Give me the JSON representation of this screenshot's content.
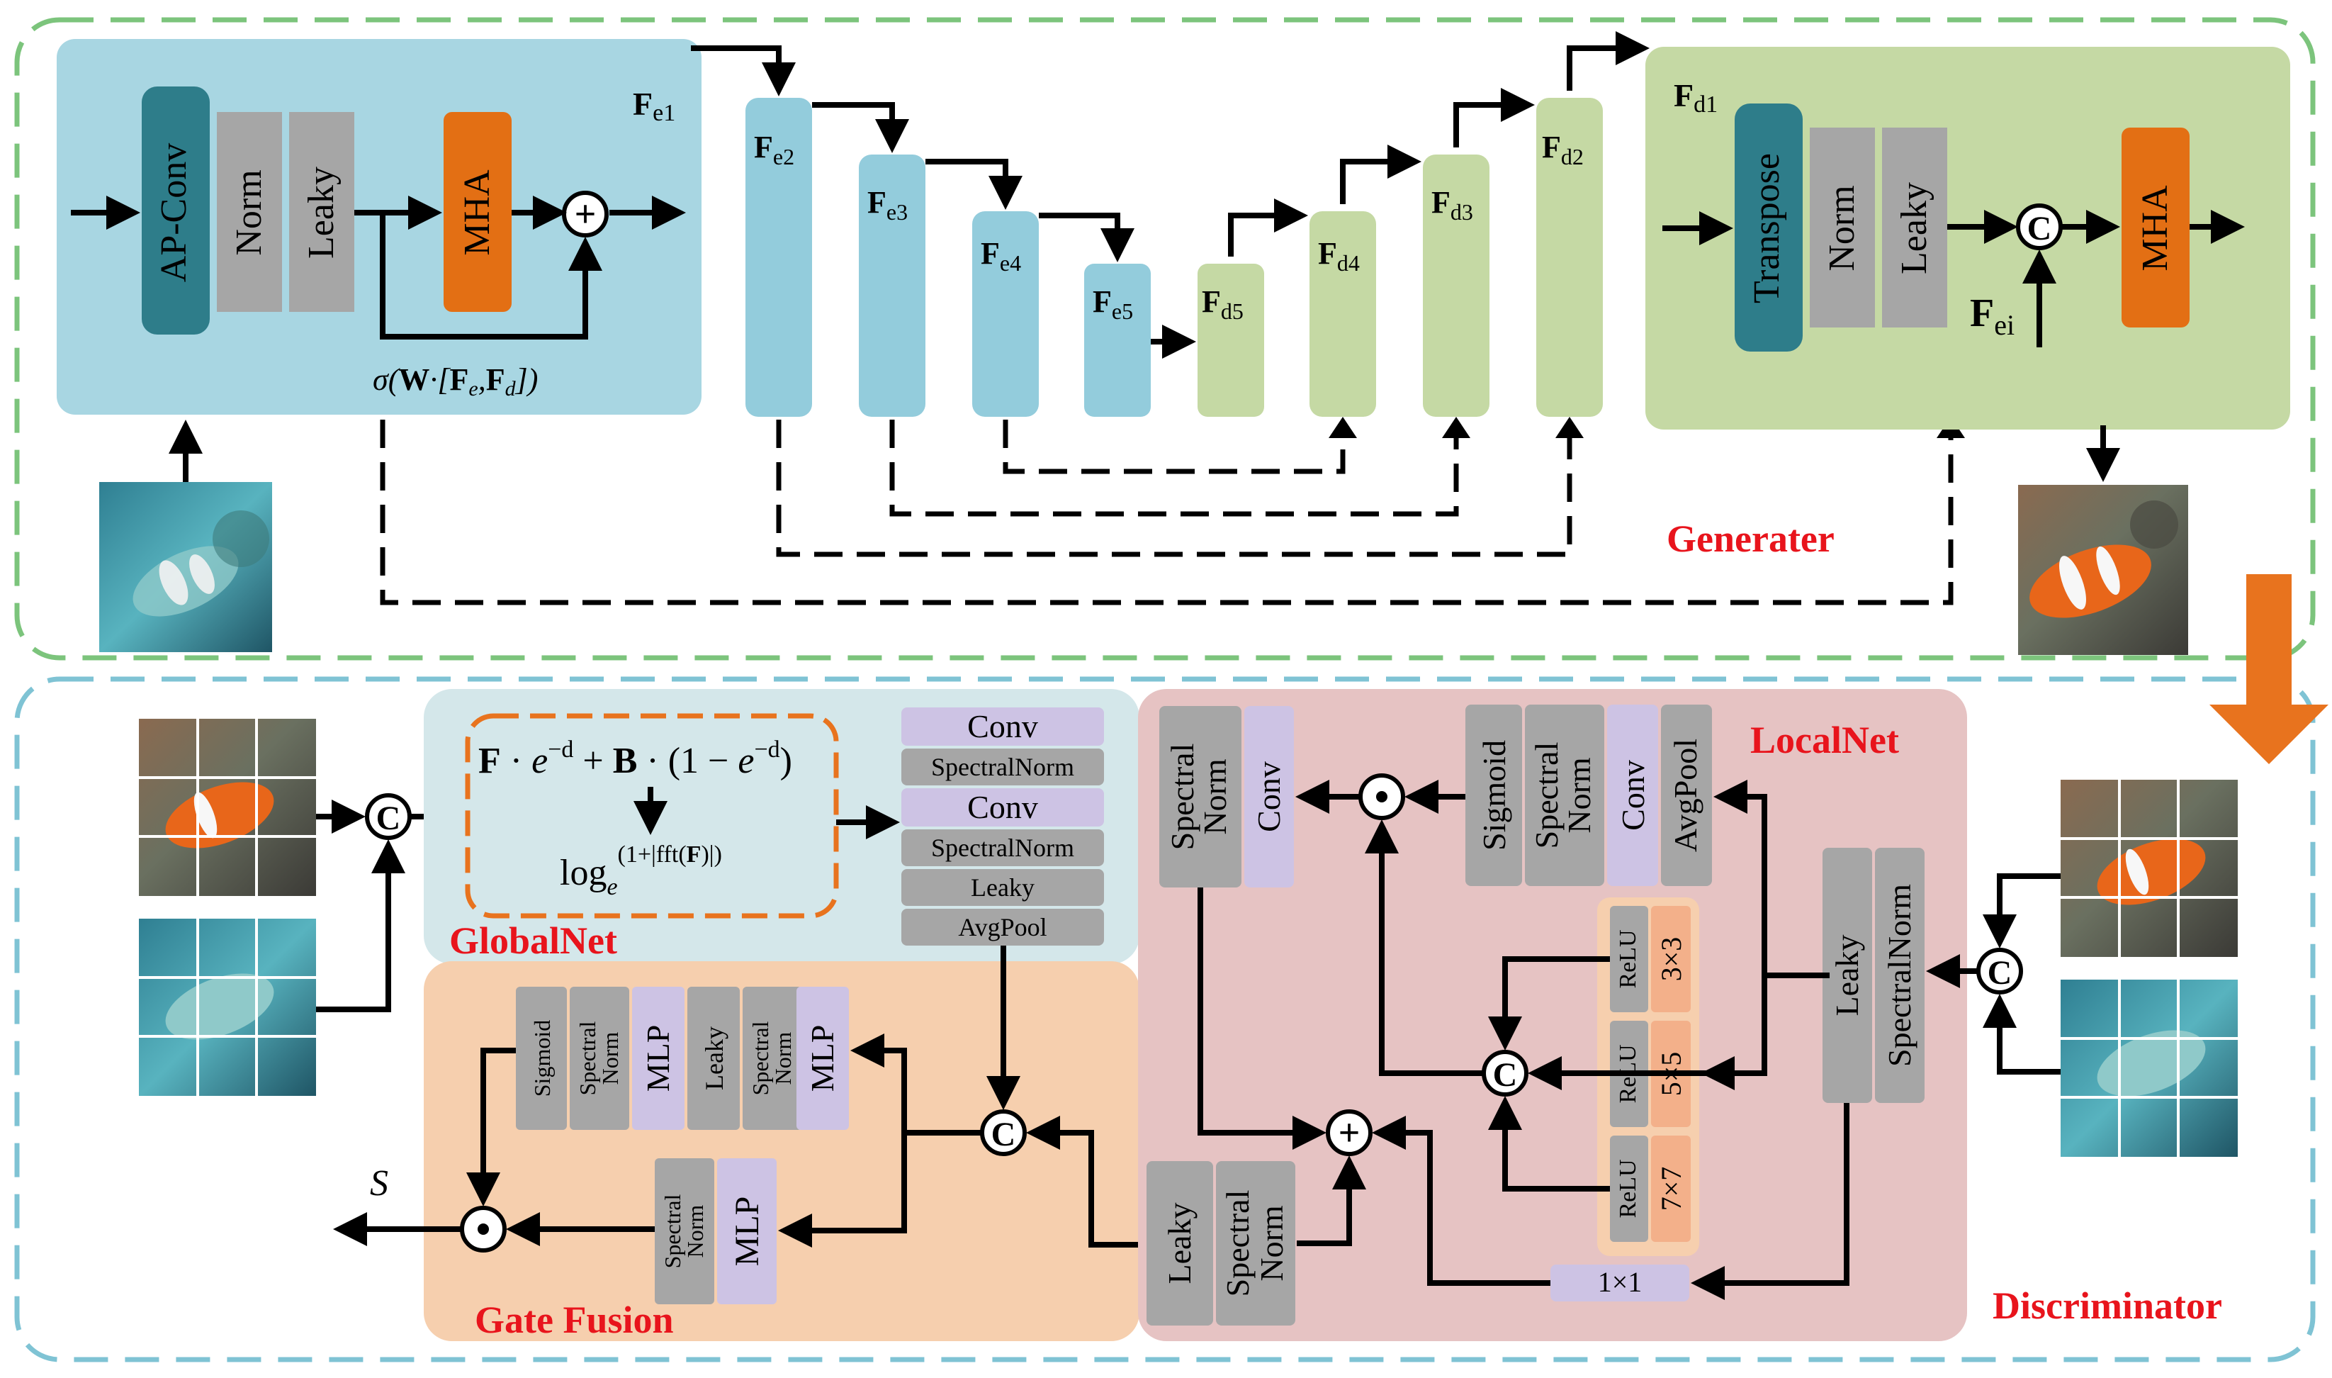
{
  "generator": {
    "section_label": "Generater",
    "encoder_block": {
      "ap_conv": "AP-Conv",
      "norm": "Norm",
      "leaky": "Leaky",
      "mha": "MHA",
      "plus_symbol": "+",
      "gate_formula": "σ(W·[Fe,Fd])",
      "output_label": "Fe1"
    },
    "features": [
      {
        "id": "fe2",
        "main": "F",
        "sub": "e2"
      },
      {
        "id": "fe3",
        "main": "F",
        "sub": "e3"
      },
      {
        "id": "fe4",
        "main": "F",
        "sub": "e4"
      },
      {
        "id": "fe5",
        "main": "F",
        "sub": "e5"
      },
      {
        "id": "fd5",
        "main": "F",
        "sub": "d5"
      },
      {
        "id": "fd4",
        "main": "F",
        "sub": "d4"
      },
      {
        "id": "fd3",
        "main": "F",
        "sub": "d3"
      },
      {
        "id": "fd2",
        "main": "F",
        "sub": "d2"
      }
    ],
    "decoder_block": {
      "label": "Fd1",
      "transpose": "Transpose",
      "norm": "Norm",
      "leaky": "Leaky",
      "concat_symbol": "C",
      "mha": "MHA",
      "skip_input": "Fei"
    }
  },
  "discriminator": {
    "section_label": "Discriminator",
    "global_net": {
      "label": "GlobalNet",
      "formula": "F·e^−d + B·(1−e^−d)",
      "log_formula": "log_e^(1+|fft(F)|)",
      "layers": [
        "Conv",
        "SpectralNorm",
        "Conv",
        "SpectralNorm",
        "Leaky",
        "AvgPool"
      ]
    },
    "local_net": {
      "label": "LocalNet",
      "attention_layers": [
        "Sigmoid",
        "Spectral Norm",
        "Conv",
        "AvgPool"
      ],
      "output_layers": [
        "Spectral Norm",
        "Conv"
      ],
      "input_layers": [
        "Leaky",
        "SpectralNorm"
      ],
      "relu_label": "ReLU",
      "kernels": [
        "3×3",
        "5×5",
        "7×7"
      ],
      "pointwise": "1×1",
      "bottom_layers": [
        "Leaky",
        "Spectral Norm"
      ]
    },
    "gate_fusion": {
      "label": "Gate Fusion",
      "gate_layers": [
        "Sigmoid",
        "Spectral Norm",
        "MLP",
        "Leaky",
        "Spectral Norm",
        "MLP"
      ],
      "value_layers": [
        "Spectral Norm",
        "MLP"
      ],
      "output_label": "S"
    },
    "concat_symbol": "C"
  },
  "colors": {
    "generator_border": "#7cc47c",
    "discriminator_border": "#7fc3d4",
    "blue_panel": "#a8d6e2",
    "green_panel": "#c5d9a4",
    "teal_block": "#2e7d8a",
    "gray_block": "#a6a6a6",
    "orange_block": "#e36f14",
    "pink_panel": "#e6c3c3",
    "peach_panel": "#f6cfae",
    "lavender_block": "#cdc3e4",
    "label_red": "#e8141c",
    "arrow_orange": "#e8731e"
  }
}
